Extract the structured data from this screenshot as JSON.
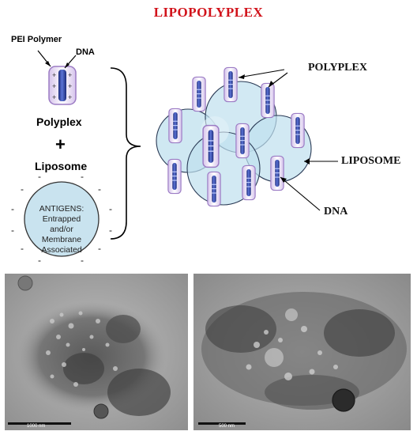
{
  "title": "LIPOPOLYPLEX",
  "left_panel": {
    "pei_label": "PEI Polymer",
    "dna_label": "DNA",
    "polyplex_label": "Polyplex",
    "plus_sign": "+",
    "liposome_label": "Liposome",
    "antigens_lines": [
      "ANTIGENS:",
      "Entrapped",
      "and/or",
      "Membrane",
      "Associated"
    ]
  },
  "right_panel": {
    "polyplex_label": "POLYPLEX",
    "liposome_label": "LIPOSOME",
    "dna_label": "DNA"
  },
  "micrographs": {
    "left_scale": "1000 nm",
    "right_scale": "500 nm"
  },
  "colors": {
    "title": "#d1121a",
    "liposome_fill": "#bfe0ee",
    "dna_blue": "#2d3f9e",
    "polymer_purple": "#9b7bc4"
  }
}
